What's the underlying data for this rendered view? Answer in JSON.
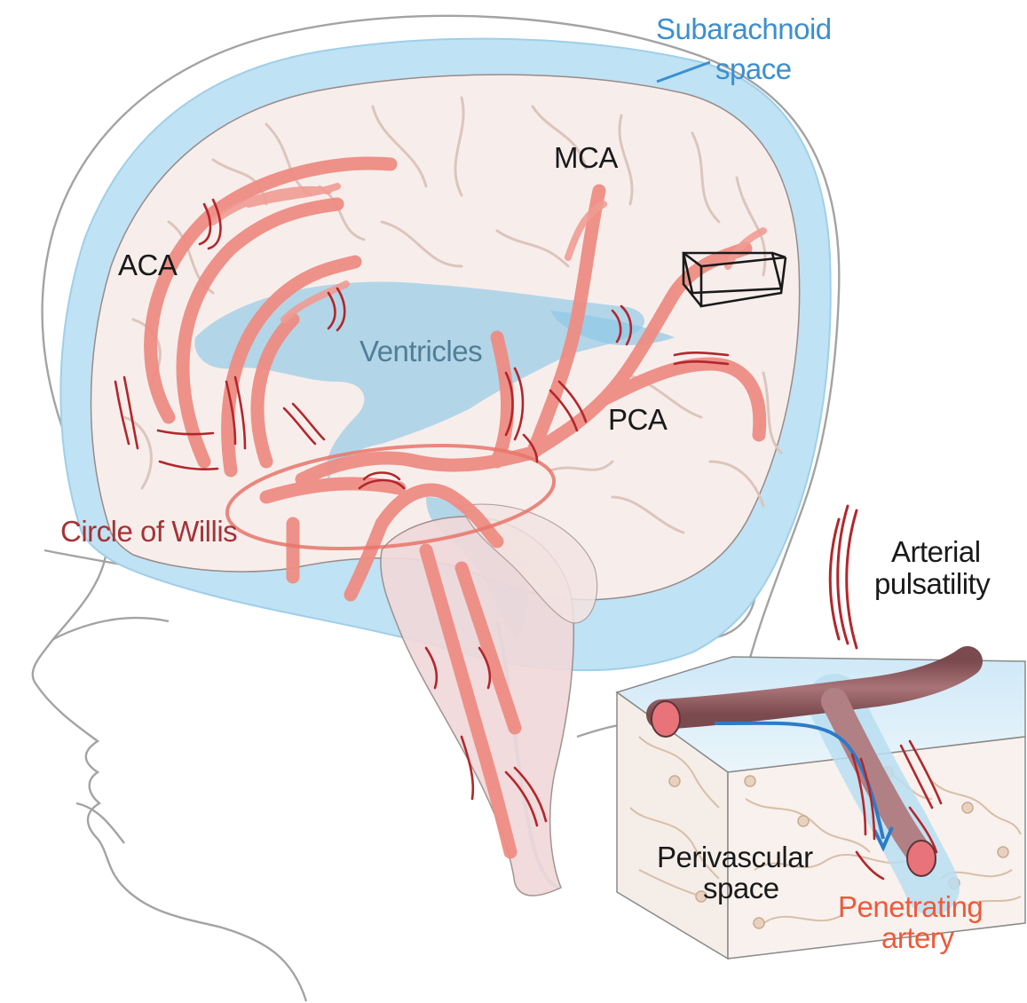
{
  "labels": {
    "subarachnoid_line1": "Subarachnoid",
    "subarachnoid_line2": "space",
    "mca": "MCA",
    "aca": "ACA",
    "ventricles": "Ventricles",
    "pca": "PCA",
    "circle_of_willis": "Circle of Willis",
    "arterial_line1": "Arterial",
    "arterial_line2": "pulsatility",
    "perivascular_line1": "Perivascular",
    "perivascular_line2": "space",
    "penetrating_line1": "Penetrating",
    "penetrating_line2": "artery"
  },
  "colors": {
    "csf_blue": "#b9def1",
    "csf_blue_dark": "#7cbfe4",
    "brain_fill": "#f6ecea",
    "artery": "#ef8c82",
    "artery_dark": "#d9675f",
    "pulsatility": "#b3262b",
    "vein_dark": "#8e5c5f",
    "head_outline": "#9a9a9a",
    "label_blue": "#3b8fd0",
    "label_teal": "#4f7f97",
    "label_red": "#a63236",
    "label_orange": "#ee5a3a"
  }
}
